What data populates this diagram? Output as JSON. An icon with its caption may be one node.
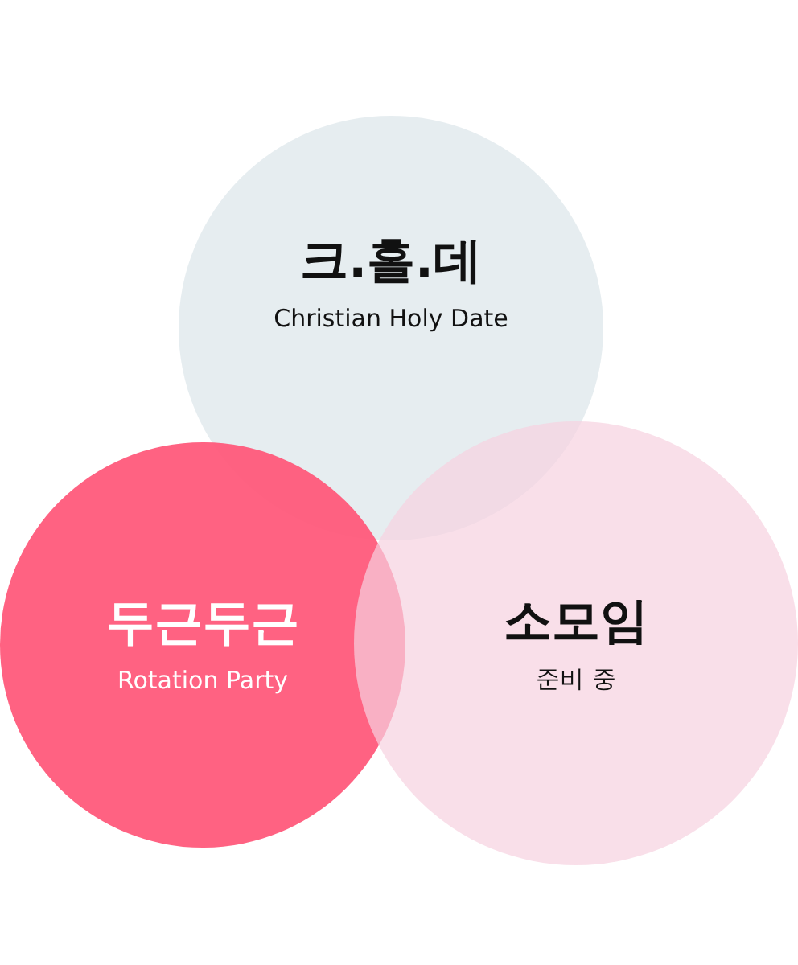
{
  "diagram": {
    "nodes": [
      {
        "text": [
          "크.홀.데",
          "Christian Holy Date"
        ]
      },
      {
        "text": [
          "두근두근",
          "Rotation Party"
        ]
      },
      {
        "text": [
          "소모임",
          "준비 중"
        ]
      }
    ]
  }
}
